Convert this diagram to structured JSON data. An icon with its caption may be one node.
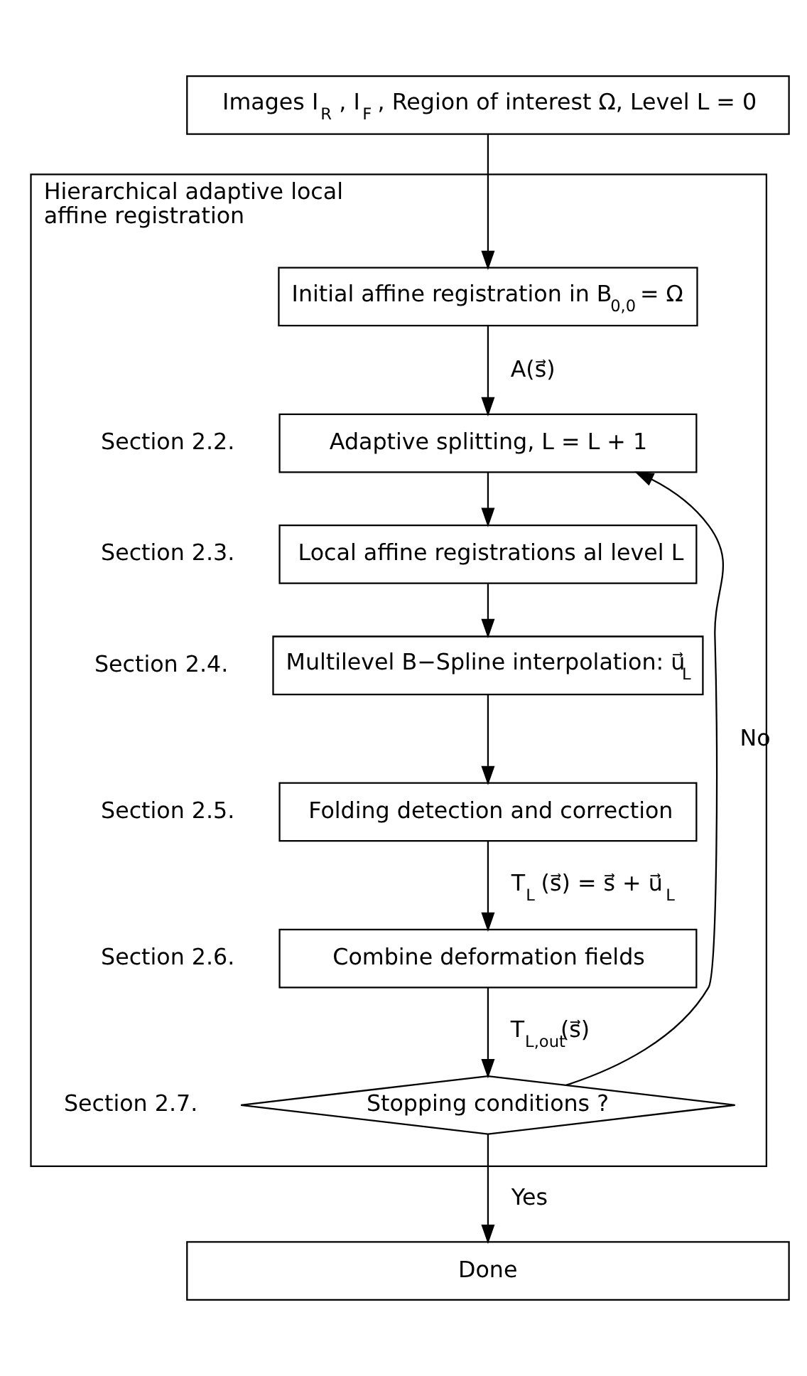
{
  "diagram": {
    "nodes": [
      {
        "text": [
          "Images I$_{R}$ , I$_{F}$ , Region of interest Ω, Level L = 0"
        ]
      },
      {
        "text": [
          "Hierarchical adaptive local affine registration"
        ]
      },
      {
        "text": [
          "Initial affine registration in B$_{0,0}$ = Ω"
        ],
        "in": 1
      },
      {
        "text": [
          "Adaptive splitting, L = L + 1"
        ],
        "in": 1,
        "beside": [
          "Section 2.2."
        ]
      },
      {
        "text": [
          "Local affine registrations al level L"
        ],
        "in": 1,
        "beside": [
          "Section 2.3."
        ]
      },
      {
        "text": [
          "Multilevel B−Spline interpolation: u⃗$_{L}$"
        ],
        "in": 1,
        "beside": [
          "Section 2.4."
        ]
      },
      {
        "text": [
          "Folding detection and correction"
        ],
        "in": 1,
        "beside": [
          "Section 2.5."
        ]
      },
      {
        "text": [
          "Combine deformation fields"
        ],
        "in": 1,
        "beside": [
          "Section 2.6."
        ]
      },
      {
        "text": [
          "Stopping conditions ?"
        ],
        "in": 1,
        "beside": [
          "Section 2.7."
        ]
      },
      {
        "text": [
          "Done"
        ]
      }
    ],
    "edges": [
      {
        "from": 0,
        "to": 2,
        "arrow": "to"
      },
      {
        "from": 2,
        "to": 3,
        "arrow": "to",
        "label": "A(s⃗)"
      },
      {
        "from": 3,
        "to": 4,
        "arrow": "to"
      },
      {
        "from": 4,
        "to": 5,
        "arrow": "to"
      },
      {
        "from": 5,
        "to": 6,
        "arrow": "to"
      },
      {
        "from": 6,
        "to": 7,
        "arrow": "to",
        "label": "T$_{L}$ (s⃗) = s⃗ + u⃗$_{L}$"
      },
      {
        "from": 7,
        "to": 8,
        "arrow": "to",
        "label": "T$_{L,out}$(s⃗)"
      },
      {
        "from": 8,
        "to": 3,
        "arrow": "to",
        "label": "No"
      },
      {
        "from": 8,
        "to": 9,
        "arrow": "to",
        "label": "Yes"
      }
    ]
  }
}
